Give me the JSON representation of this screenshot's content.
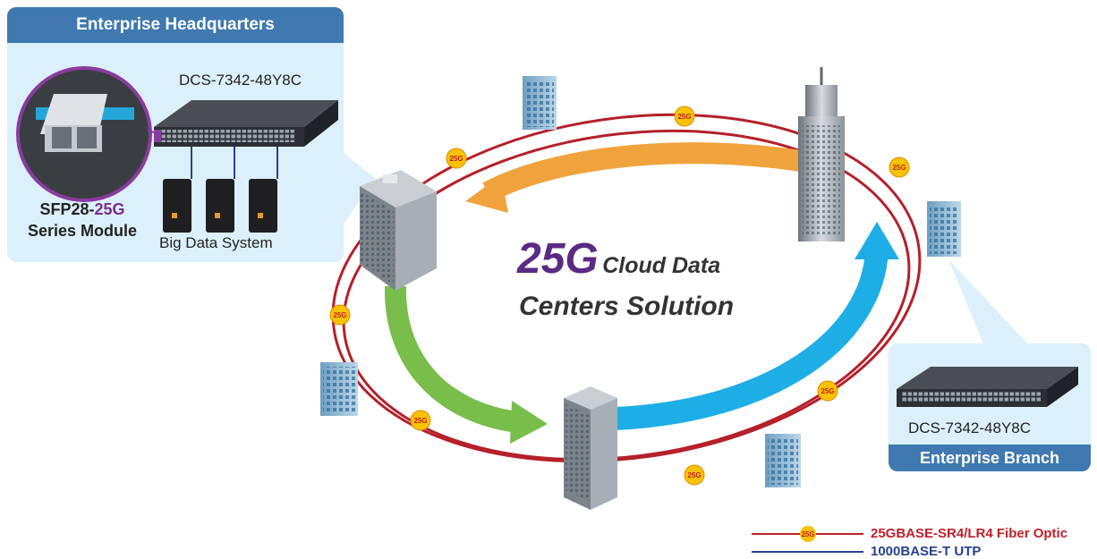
{
  "hq": {
    "header": "Enterprise Headquarters",
    "switch_model": "DCS-7342-48Y8C",
    "system_label": "Big Data System",
    "module_prefix": "SFP28-",
    "module_accent": "25G",
    "module_suffix": "Series Module"
  },
  "branch": {
    "header": "Enterprise Branch",
    "switch_model": "DCS-7342-48Y8C"
  },
  "title": {
    "accent": "25G",
    "line1": "Cloud Data",
    "line2": "Centers Solution"
  },
  "badge_label": "25G",
  "legend": [
    {
      "label": "25GBASE-SR4/LR4 Fiber Optic",
      "color": "#c0202a",
      "badge": "25G"
    },
    {
      "label": "1000BASE-T UTP",
      "color": "#2a3f8f"
    }
  ],
  "colors": {
    "ring": "#b5202a",
    "panel": "#dcf0fb",
    "header": "#3f79b0",
    "arrow_orange": "#f0a33c",
    "arrow_green": "#79bd4b",
    "arrow_blue": "#1eaee6",
    "accent_purple": "#5a2a84"
  },
  "arrows": [
    "orange",
    "green",
    "blue"
  ]
}
